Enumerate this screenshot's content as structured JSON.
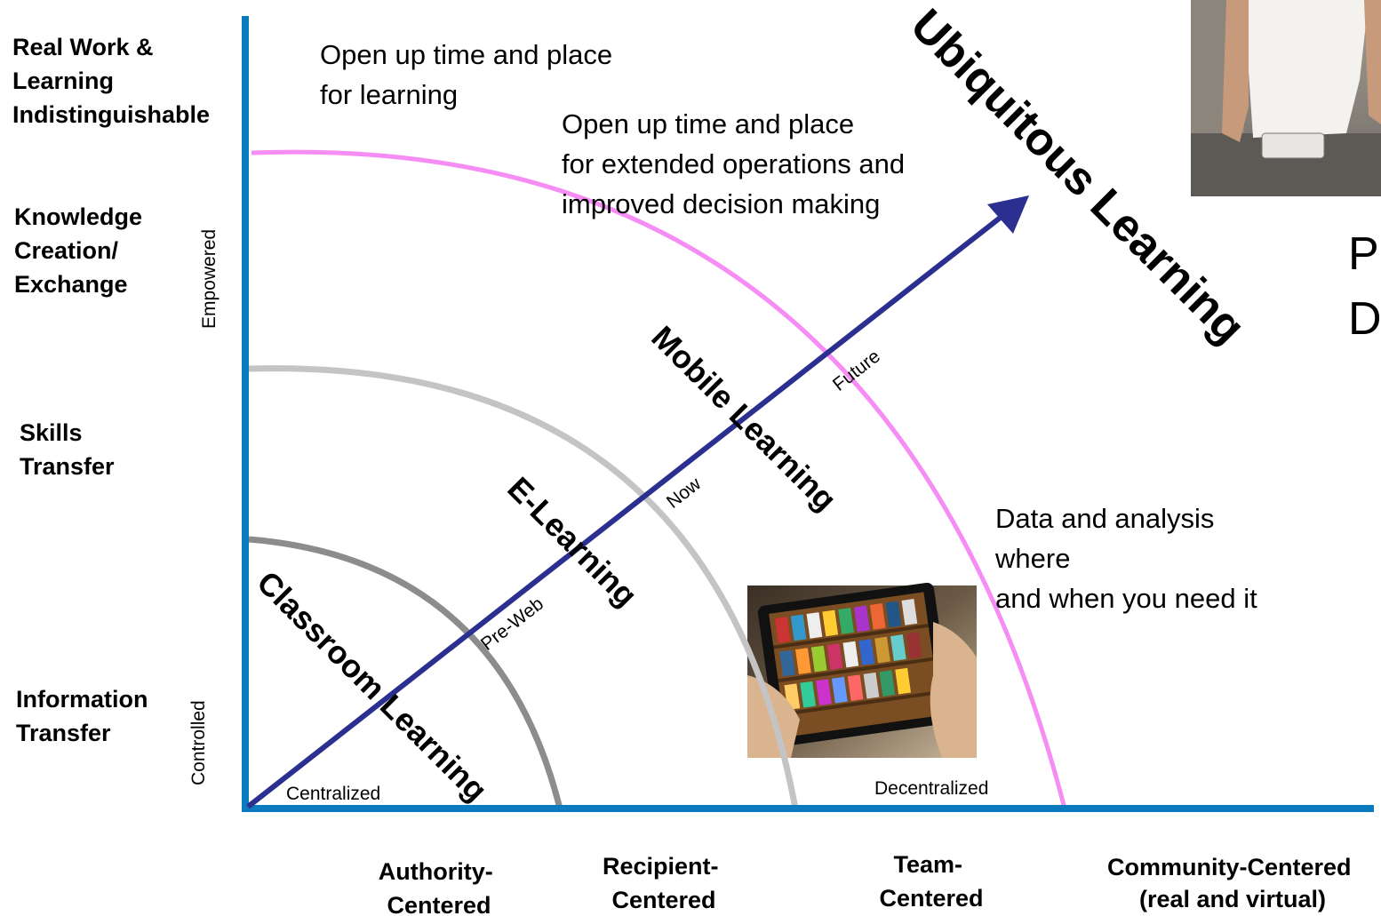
{
  "y_levels": [
    {
      "lines": [
        "Real Work &",
        "Learning",
        "Indistinguishable"
      ]
    },
    {
      "lines": [
        "Knowledge",
        "Creation/",
        "Exchange"
      ]
    },
    {
      "lines": [
        "Skills",
        "Transfer"
      ]
    },
    {
      "lines": [
        "Information",
        "Transfer"
      ]
    }
  ],
  "y_axis_labels": {
    "top": "Empowered",
    "bottom": "Controlled"
  },
  "x_levels": [
    {
      "lines": [
        "Authority-",
        "Centered"
      ]
    },
    {
      "lines": [
        "Recipient-",
        "Centered"
      ]
    },
    {
      "lines": [
        "Team-",
        "Centered"
      ]
    },
    {
      "lines": [
        "Community-Centered",
        "(real and virtual)"
      ]
    }
  ],
  "x_axis_labels": {
    "left": "Centralized",
    "right": "Decentralized"
  },
  "eras": {
    "classroom": "Classroom Learning",
    "elearning": "E-Learning",
    "mobile": "Mobile Learning",
    "ubiquitous": "Ubiquitous Learning"
  },
  "timeline": {
    "pre_web": "Pre-Web",
    "now": "Now",
    "future": "Future"
  },
  "notes": {
    "note1": [
      "Open up time and place",
      "for learning"
    ],
    "note2": [
      "Open up time and place",
      "for extended operations and",
      "improved decision making"
    ],
    "note3": [
      "Data and analysis",
      "where",
      "and when you need it"
    ]
  },
  "cut_off_text": [
    "P",
    "D"
  ],
  "colors": {
    "axis": "#0a7bbf",
    "arrow": "#2b2f8f",
    "arc_classroom": "#8c8c8c",
    "arc_elearning": "#c4c4c4",
    "arc_mobile": "#f58df5"
  }
}
